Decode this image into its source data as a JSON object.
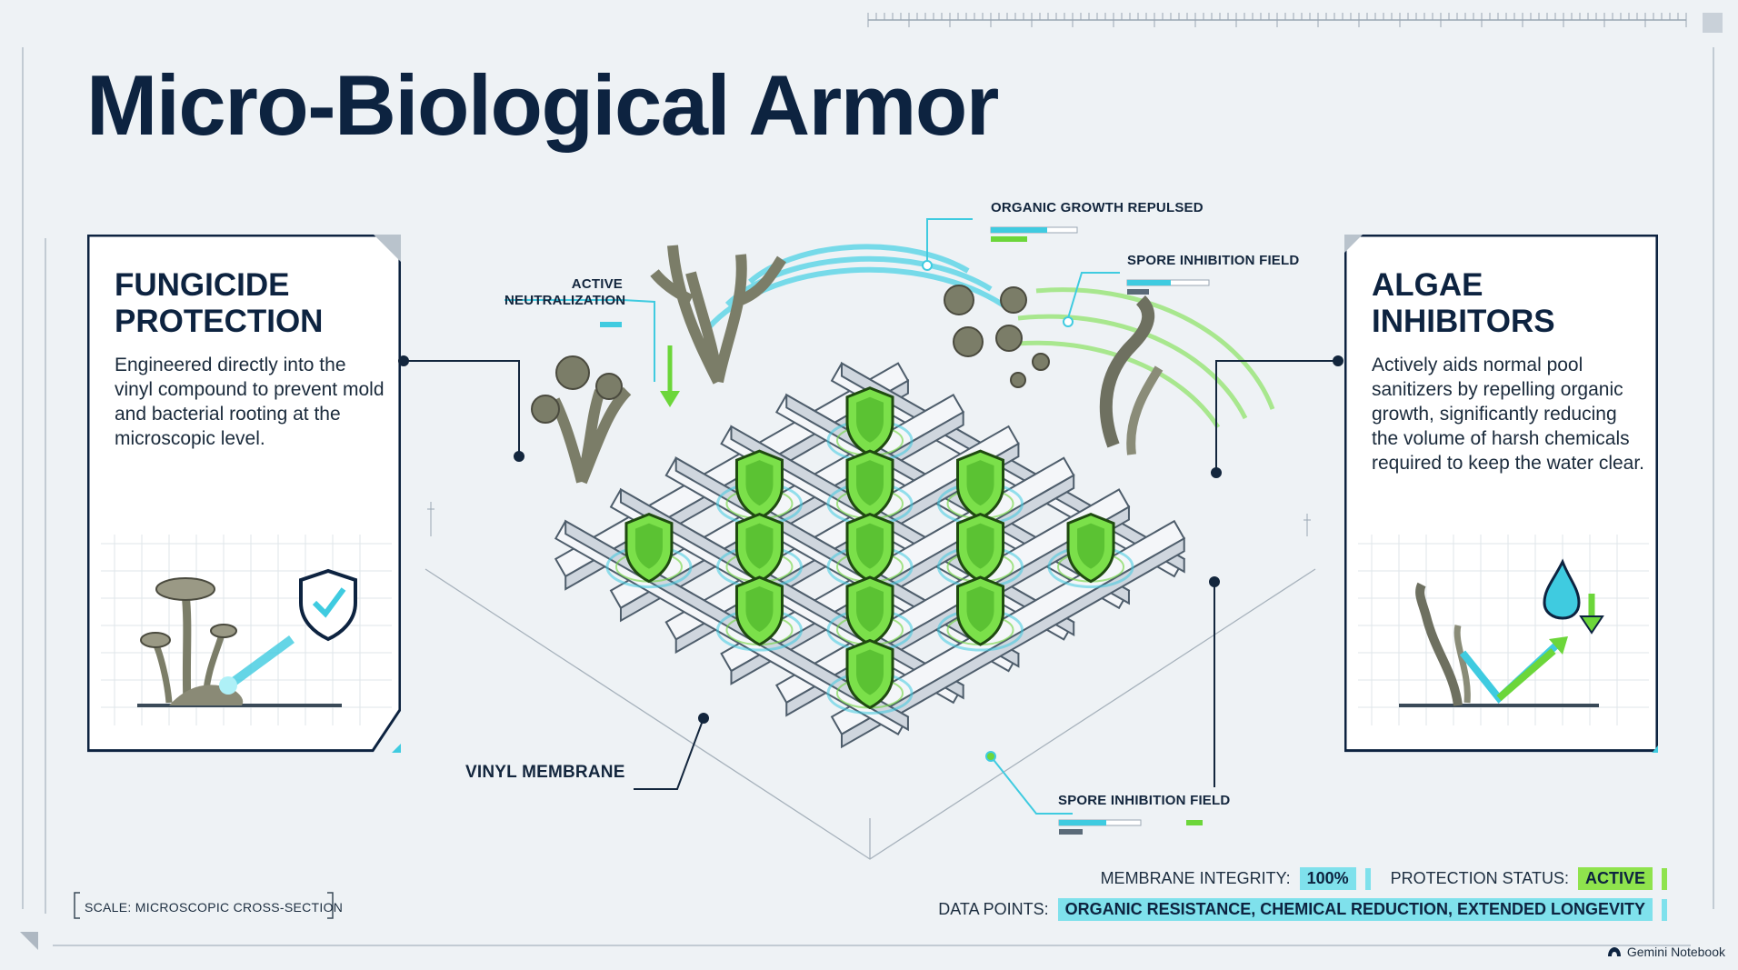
{
  "title": "Micro-Biological Armor",
  "left_panel": {
    "title": "FUNGICIDE\nPROTECTION",
    "body": "Engineered directly into the vinyl compound to prevent mold and bacterial rooting at the microscopic level.",
    "icon": "mushroom-shield-icon"
  },
  "right_panel": {
    "title": "ALGAE\nINHIBITORS",
    "body": "Actively aids normal pool sanitizers by repelling organic growth, significantly reducing the volume of harsh chemicals required to keep the water clear.",
    "icon": "algae-droplet-icon"
  },
  "callouts": {
    "active_neutralization": "ACTIVE\nNEUTRALIZATION",
    "organic_growth_repulsed": "ORGANIC GROWTH REPULSED",
    "spore_inhibition_field_top": "SPORE INHIBITION FIELD",
    "spore_inhibition_field_bottom": "SPORE INHIBITION FIELD",
    "vinyl_membrane": "VINYL MEMBRANE"
  },
  "scale_label": "SCALE: MICROSCOPIC CROSS-SECTION",
  "status": {
    "membrane_integrity_label": "MEMBRANE INTEGRITY:",
    "membrane_integrity_value": "100%",
    "protection_status_label": "PROTECTION STATUS:",
    "protection_status_value": "ACTIVE",
    "data_points_label": "DATA POINTS:",
    "data_points_value": "ORGANIC RESISTANCE, CHEMICAL REDUCTION, EXTENDED LONGEVITY"
  },
  "brand": "Gemini Notebook",
  "colors": {
    "navy": "#0d2340",
    "cyan": "#3fcbe0",
    "green": "#6cd63a",
    "lattice": "#f3f5f8",
    "organism": "#7b7d68"
  }
}
